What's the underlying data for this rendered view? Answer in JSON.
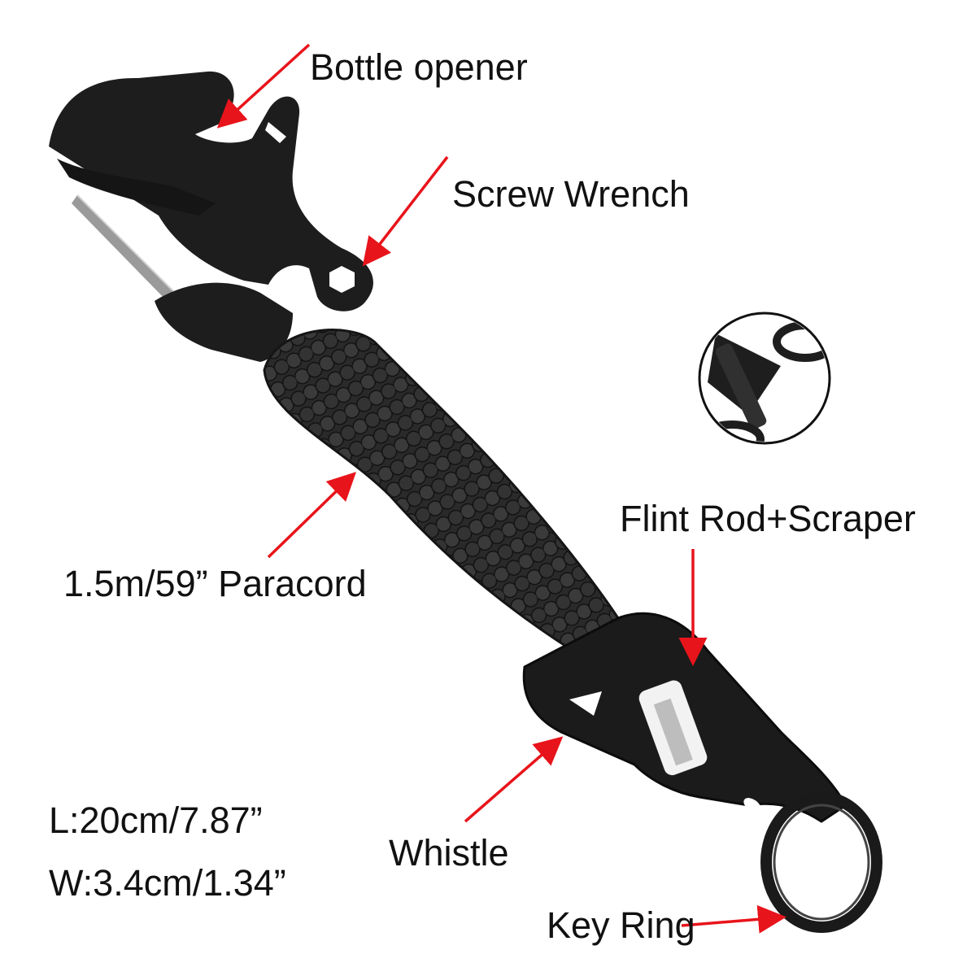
{
  "labels": {
    "bottle_opener": "Bottle opener",
    "screw_wrench": "Screw Wrench",
    "flint_rod": "Flint Rod+Scraper",
    "paracord": "1.5m/59” Paracord",
    "whistle": "Whistle",
    "key_ring": "Key Ring"
  },
  "dimensions": {
    "length": "L:20cm/7.87”",
    "width": "W:3.4cm/1.34”"
  },
  "colors": {
    "arrow": "#e8141b",
    "product": "#1c1c1c",
    "cord": "#2b2b2b",
    "background": "#ffffff"
  }
}
